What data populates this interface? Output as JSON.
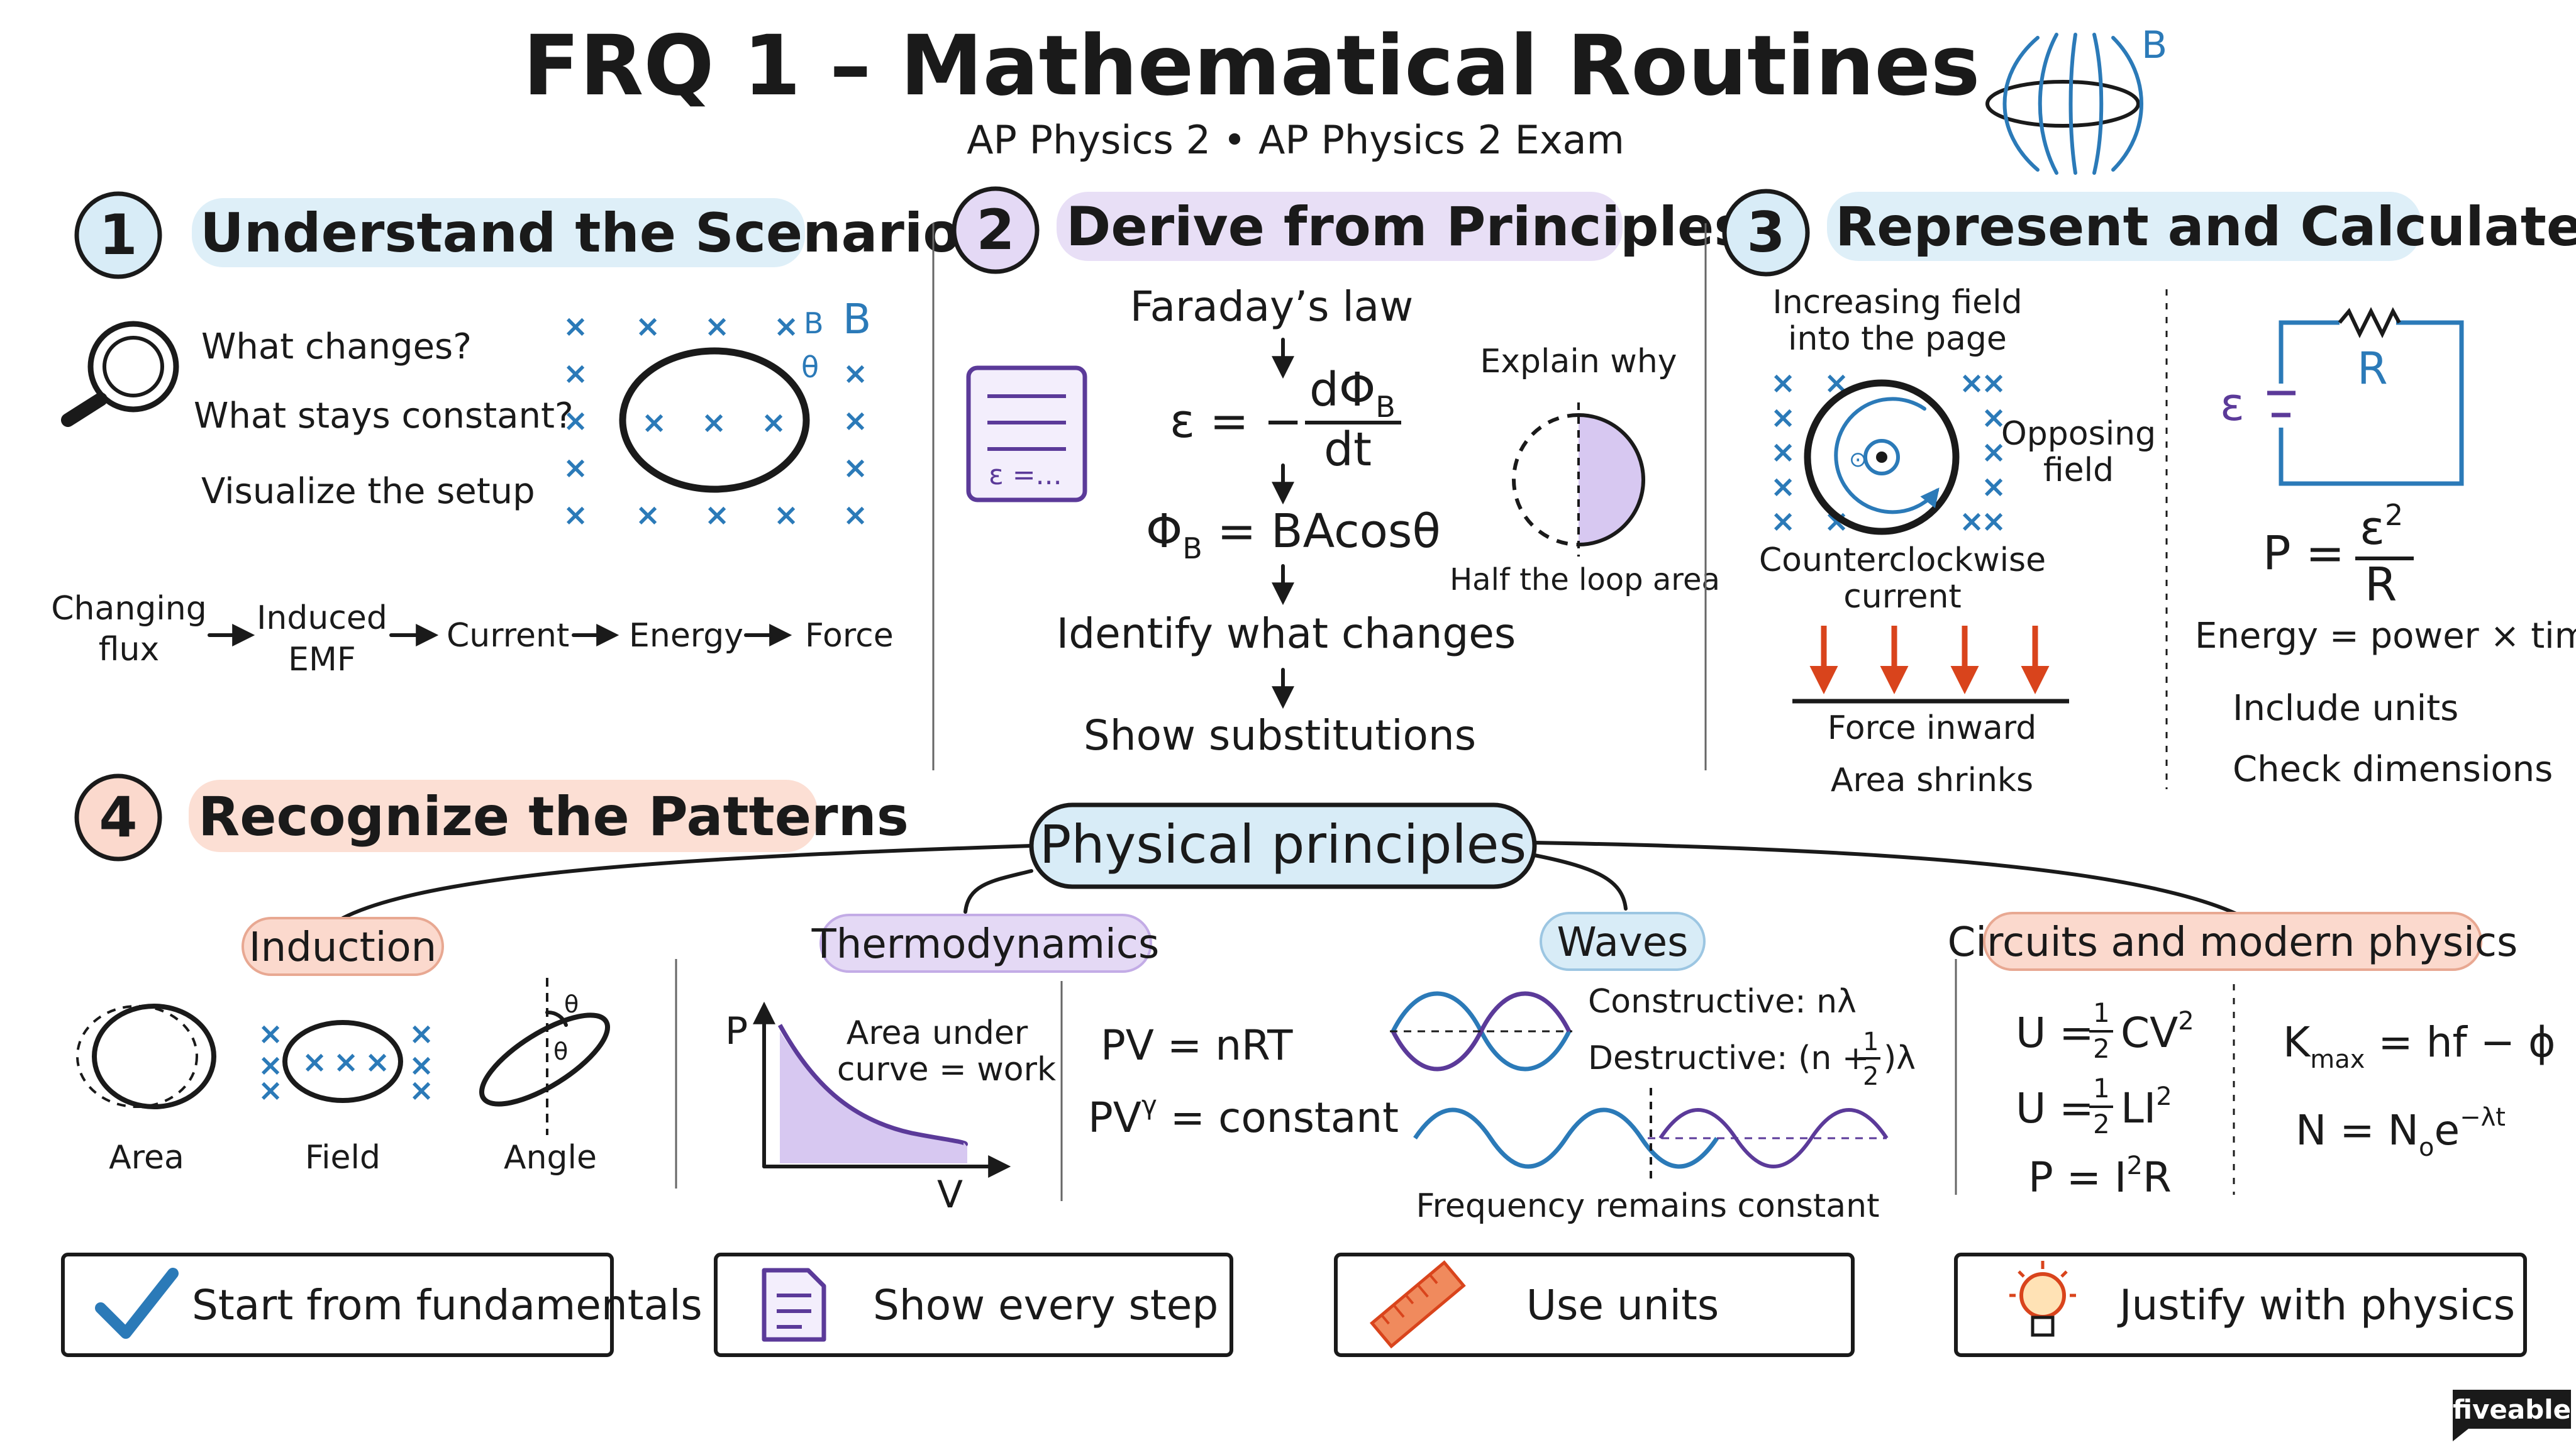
{
  "header": {
    "title": "FRQ 1 – Mathematical Routines",
    "subtitle": "AP Physics 2 • AP Physics 2 Exam",
    "field_label": "B"
  },
  "section1": {
    "number": "1",
    "title": "Understand the Scenario",
    "questions": [
      "What changes?",
      "What stays constant?",
      "Visualize the setup"
    ],
    "field_label": "B",
    "theta_label": "θ",
    "flow": {
      "changing": "Changing",
      "flux": "flux",
      "induced": "Induced",
      "emf": "EMF",
      "current": "Current",
      "energy": "Energy",
      "force": "Force"
    }
  },
  "section2": {
    "number": "2",
    "title": "Derive from Principles",
    "notepad_label": "ε =...",
    "faraday": "Faraday’s law",
    "emf_lhs": "ε = −",
    "emf_num": "dΦ",
    "emf_num_sub": "B",
    "emf_den": "dt",
    "flux_lhs": "Φ",
    "flux_sub": "B",
    "flux_rhs": " = BAcosθ",
    "identify": "Identify what changes",
    "substitutions": "Show substitutions",
    "explain": "Explain why",
    "half_loop": "Half the loop area"
  },
  "section3": {
    "number": "3",
    "title": "Represent and Calculate",
    "increasing_1": "Increasing field",
    "increasing_2": "into the page",
    "opposing_1": "Opposing",
    "opposing_2": "field",
    "ccw_1": "Counterclockwise",
    "ccw_2": "current",
    "force_inward": "Force inward",
    "area_shrinks": "Area shrinks",
    "resistor": "R",
    "emf_symbol": "ε",
    "power_lhs": "P =",
    "power_num": "ε",
    "power_sup": "2",
    "power_den": "R",
    "energy": "Energy = power × time",
    "units": "Include units",
    "dimensions": "Check dimensions"
  },
  "section4": {
    "number": "4",
    "title": "Recognize the Patterns",
    "center": "Physical principles",
    "induction": {
      "label": "Induction",
      "items": [
        "Area",
        "Field",
        "Angle"
      ],
      "theta": "θ"
    },
    "thermo": {
      "label": "Thermodynamics",
      "p_axis": "P",
      "v_axis": "V",
      "area_1": "Area under",
      "area_2": "curve = work",
      "eq1": "PV = nRT",
      "eq2_a": "PV",
      "eq2_sup": "γ",
      "eq2_b": " = constant"
    },
    "waves": {
      "label": "Waves",
      "constructive": "Constructive: nλ",
      "destructive_a": "Destructive: (n +",
      "destructive_num": "1",
      "destructive_den": "2",
      "destructive_b": ")λ",
      "frequency": "Frequency remains constant"
    },
    "circuits": {
      "label": "Circuits and modern physics",
      "u1_lhs": "U =",
      "u1_num": "1",
      "u1_den": "2",
      "u1_rhs": "CV",
      "u2_lhs": "U =",
      "u2_num": "1",
      "u2_den": "2",
      "u2_rhs": "LI",
      "sq": "2",
      "p_a": "P = I",
      "p_b": "R",
      "k_a": "K",
      "k_sub": "max",
      "k_b": " = hf − ϕ",
      "n_a": "N = N",
      "n_sub": "o",
      "n_b": "e",
      "n_sup": "−λt"
    }
  },
  "tips": [
    "Start from fundamentals",
    "Show every step",
    "Use units",
    "Justify with physics"
  ],
  "brand": "fiveable",
  "colors": {
    "blue_badge": "#d8ecf7",
    "purple_badge": "#e4d9f5",
    "salmon_badge": "#fbd9cd",
    "field_blue": "#2b7ab8",
    "arrow_red": "#d9441c",
    "fill_purple": "#d7c8f1"
  },
  "icons": [
    "magnifier-icon",
    "notepad-icon",
    "checkmark-icon",
    "document-icon",
    "ruler-icon",
    "lightbulb-icon"
  ]
}
